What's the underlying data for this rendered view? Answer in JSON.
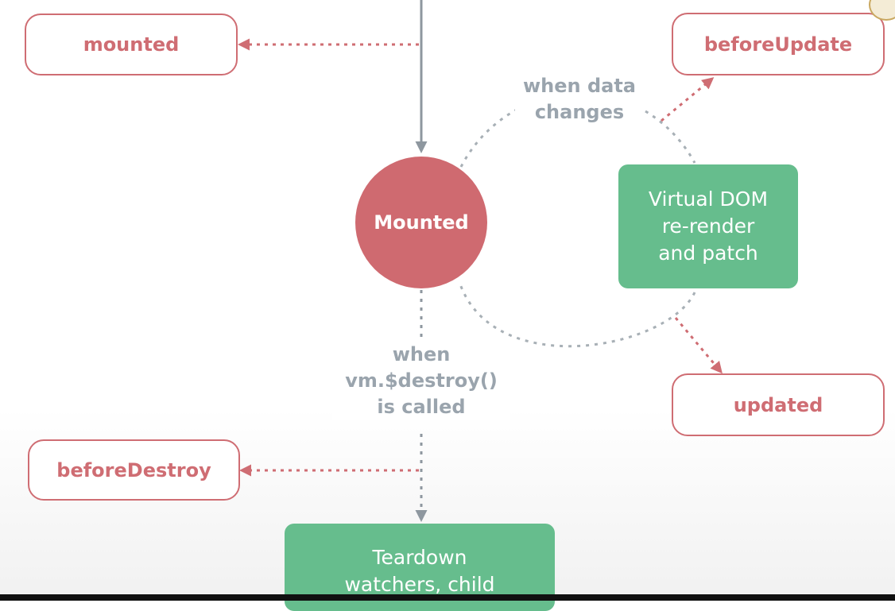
{
  "hooks": {
    "mounted": "mounted",
    "before_update": "beforeUpdate",
    "updated": "updated",
    "before_destroy": "beforeDestroy"
  },
  "state": {
    "mounted": "Mounted"
  },
  "steps": {
    "rerender": [
      "Virtual DOM",
      "re-render",
      "and patch"
    ],
    "teardown": [
      "Teardown",
      "watchers, child"
    ]
  },
  "captions": {
    "data_changes": [
      "when data",
      "changes"
    ],
    "destroy_called": [
      "when",
      "vm.$destroy()",
      "is called"
    ]
  },
  "colors": {
    "hook_border": "#cf6d73",
    "hook_text": "#cf6d73",
    "state_fill": "#cf6a70",
    "step_fill": "#66bd8d",
    "caption_text": "#9aa4ad",
    "flow_line": "#8e979f",
    "hook_arrow": "#cf6d73"
  },
  "icons": {
    "corner": "seal-logo-icon"
  }
}
